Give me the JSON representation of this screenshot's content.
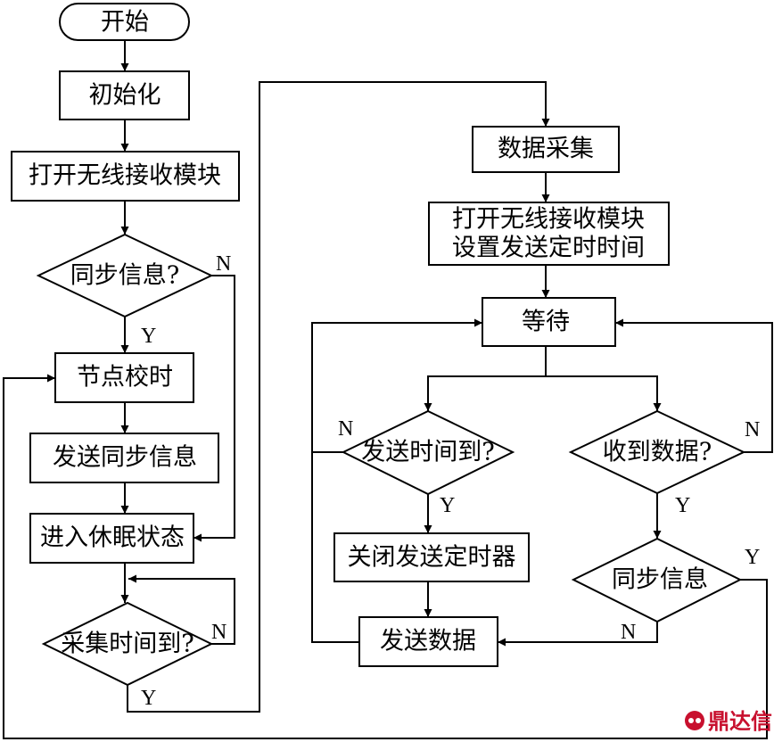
{
  "flowchart": {
    "left": {
      "start": "开始",
      "init": "初始化",
      "open_wireless": "打开无线接收模块",
      "sync_q": "同步信息?",
      "node_timing": "节点校时",
      "send_sync": "发送同步信息",
      "enter_sleep": "进入休眠状态",
      "collect_time_q": "采集时间到?"
    },
    "right": {
      "data_collect": "数据采集",
      "open_wireless": "打开无线接收模块",
      "set_send_timer": "设置发送定时时间",
      "wait": "等待",
      "send_time_q": "发送时间到?",
      "recv_data_q": "收到数据?",
      "close_timer": "关闭发送定时器",
      "sync_info": "同步信息",
      "send_data": "发送数据"
    },
    "branch": {
      "yes": "Y",
      "no": "N"
    }
  },
  "watermark": {
    "text": "鼎达信",
    "color": "#c8102e"
  }
}
